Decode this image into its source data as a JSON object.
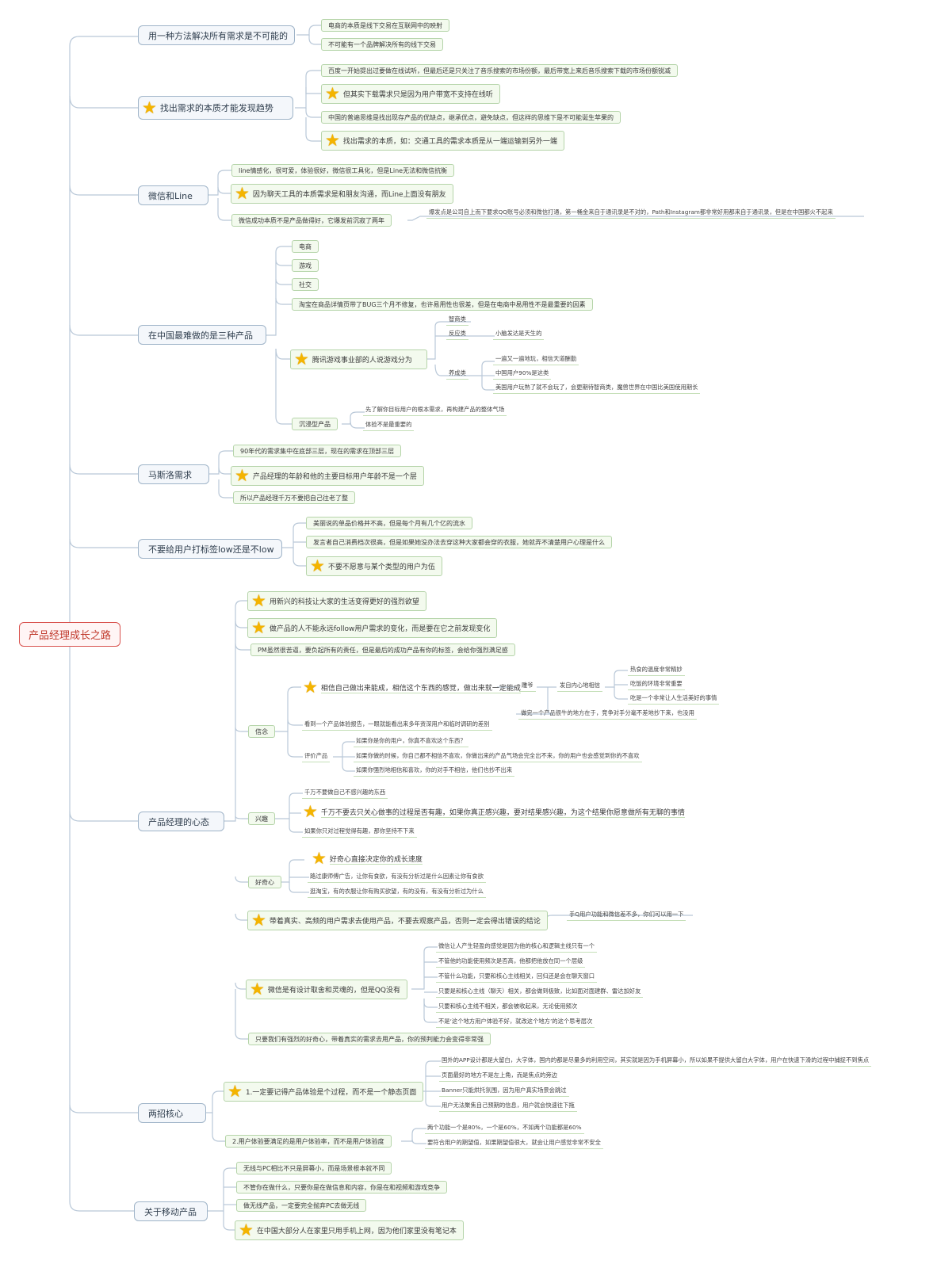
{
  "root": "产品经理成长之路",
  "icons": {
    "star": "star-icon"
  },
  "colors": {
    "root_border": "#d9534f",
    "main_border": "#9fb4c8",
    "sub_border": "#b5d4a9",
    "link": "#b9c8d8",
    "star": "#f4b400"
  },
  "branches": {
    "b1": {
      "label": "用一种方法解决所有需求是不可能的",
      "c1": "电商的本质是线下交易在互联网中的映射",
      "c2": "不可能有一个品牌解决所有的线下交易"
    },
    "b2": {
      "label": "找出需求的本质才能发现趋势",
      "c1": "百度一开始提出过要做在线试听，但最后还是只关注了音乐搜索的市场份额，最后带宽上来后音乐搜索下载的市场份额锐减",
      "c2": "但其实下载需求只是因为用户带宽不支持在线听",
      "c3": "中国的普遍思维是找出现存产品的优缺点，继承优点，避免缺点，但这样的思维下是不可能诞生苹果的",
      "c4": "找出需求的本质，如：交通工具的需求本质是从一端运输到另外一端"
    },
    "b3": {
      "label": "微信和Line",
      "c1": "line情感化，很可爱，体验很好，微信很工具化，但是Line无法和微信抗衡",
      "c2": "因为聊天工具的本质需求是和朋友沟通，而Line上面没有朋友",
      "c3": "微信成功本质不是产品做得好，它爆发前沉寂了两年",
      "c3a": "爆发点是公司自上而下要求QQ账号必须和微信打通，第一桶金来自于通讯录是不对的，Path和Instagram都非常好用都来自于通讯录，但是在中国都火不起来"
    },
    "b4": {
      "label": "在中国最难做的是三种产品",
      "c1": "电商",
      "c2": "游戏",
      "c3": "社交",
      "c4": "淘宝在商品详情页带了BUG三个月不修复，也许易用性也很差，但是在电商中易用性不是最重要的因素",
      "c5": "腾讯游戏事业部的人说游戏分为",
      "c5a": "智商类",
      "c5b": "反应类",
      "c5b1": "小脑发达是天生的",
      "c5c": "养成类",
      "c5c1": "一遍又一遍地玩，相信天道酬勤",
      "c5c2": "中国用户90%是这类",
      "c5c3": "美国用户玩熟了就不会玩了，会更期待智商类，魔兽世界在中国比美国使用期长",
      "c6": "沉浸型产品",
      "c6a": "先了解你目标用户的根本需求，再构建产品的整体气场",
      "c6b": "体验不是最重要的"
    },
    "b5": {
      "label": "马斯洛需求",
      "c1": "90年代的需求集中在底部三层，现在的需求在顶部三层",
      "c2": "产品经理的年龄和他的主要目标用户年龄不是一个层",
      "c3": "所以产品经理千万不要把自己往老了整"
    },
    "b6": {
      "label": "不要给用户打标签low还是不low",
      "c1": "美丽说的单品价格并不高，但是每个月有几个亿的流水",
      "c2": "发言者自己消费档次很高，但是如果她没办法去穿这种大家都会穿的衣服，她就弄不清楚用户心理是什么",
      "c3": "不要不愿意与某个类型的用户为伍"
    },
    "b7": {
      "label": "产品经理的心态",
      "c1": "用新兴的科技让大家的生活变得更好的强烈欲望",
      "c2": "做产品的人不能永远follow用户需求的变化，而是要在它之前发现变化",
      "c3": "PM虽然很苦逼，要负起所有的责任，但是最后的成功产品有你的标签，会给你强烈满足感",
      "c4": "信念",
      "c4a": "相信自己做出来能成，相信这个东西的感觉，做出来就一定能成",
      "c4a1": "雕爷",
      "c4a1a": "发自内心地相信",
      "c4a1a1": "热食的温度非常精妙",
      "c4a1a2": "吃饭的环境非常重要",
      "c4a1a3": "吃是一个非常让人生活美好的事情",
      "c4a1b": "做完一个产品很牛的地方在于，竞争对手分毫不差地抄下来，也没用",
      "c4b": "看到一个产品体验报告，一眼就能看出来多年资深用户和临时调研的差别",
      "c4c": "评价产品",
      "c4c1": "如果你是你的用户，你真不喜欢这个东西？",
      "c4c2": "如果你做的时候，你自己都不相信不喜欢，你做出来的产品气场会完全出不来，你的用户也会感觉到你的不喜欢",
      "c4c3": "如果你强烈地相信和喜欢，你的对手不相信，他们也抄不出来",
      "c5": "兴趣",
      "c5a": "千万不要做自己不感兴趣的东西",
      "c5b": "千万不要去只关心做事的过程是否有趣，如果你真正感兴趣，要对结果感兴趣，为这个结果你愿意做所有无聊的事情",
      "c5c": "如果你只对过程觉得有趣，那你坚持不下来",
      "c6": "好奇心",
      "c6a": "好奇心直接决定你的成长速度",
      "c6b": "路过康师傅广告，让你有食欲，有没有分析过是什么因素让你有食欲",
      "c6c": "逛淘宝，有的衣服让你有购买欲望，有的没有，有没有分析过为什么",
      "c7": "带着真实、高频的用户需求去使用产品，不要去观察产品，否则一定会得出错误的结论",
      "c7a": "手Q用户功能和微信差不多，你们可以用一下",
      "c8": "微信是有设计取舍和灵魂的，但是QQ没有",
      "c8a": "微信让人产生轻盈的感觉是因为他的核心和逻辑主线只有一个",
      "c8b": "不管他的功能使用频次是否高，他都把他放在同一个层级",
      "c8c": "不管什么功能，只要和核心主线相关，回归还是会在聊天窗口",
      "c8d": "只要是和核心主线（聊天）相关，都会做到极致，比如面对面建群、雷达加好友",
      "c8e": "只要和核心主线不相关，都会被收起来，无论使用频次",
      "c8f": "不是‘这个地方用户体验不好，就改这个地方’的这个思考层次",
      "c9": "只要我们有强烈的好奇心，带着真实的需求去用产品，你的预判能力会变得非常强"
    },
    "b8": {
      "label": "两招核心",
      "c1": "1.一定要记得产品体验是个过程，而不是一个静态页面",
      "c1a": "国外的APP设计都是大留白，大字体，国内的都是尽量多的利用空间，其实就是因为手机屏幕小，所以如果不提供大留白大字体，用户在快速下滑的过程中捕捉不到焦点",
      "c1b": "页面最好的地方不是左上角，而是焦点的旁边",
      "c1c": "Banner只能烘托氛围，因为用户真实场景会跳过",
      "c1d": "用户无法聚焦自己预期的信息，用户就会快速往下拖",
      "c2": "2.用户体验要满足的是用户体验率，而不是用户体验度",
      "c2a": "两个功能一个是80%，一个是60%，不如两个功能都是60%",
      "c2b": "要符合用户的期望值，如果期望值很大，就会让用户感觉非常不安全"
    },
    "b9": {
      "label": "关于移动产品",
      "c1": "无线与PC相比不只是屏幕小，而是场景根本就不同",
      "c2": "不管你在做什么，只要你是在做信息和内容，你是在和视频和游戏竞争",
      "c3": "做无线产品，一定要完全抛弃PC去做无线",
      "c4": "在中国大部分人在家里只用手机上网，因为他们家里没有笔记本"
    }
  }
}
